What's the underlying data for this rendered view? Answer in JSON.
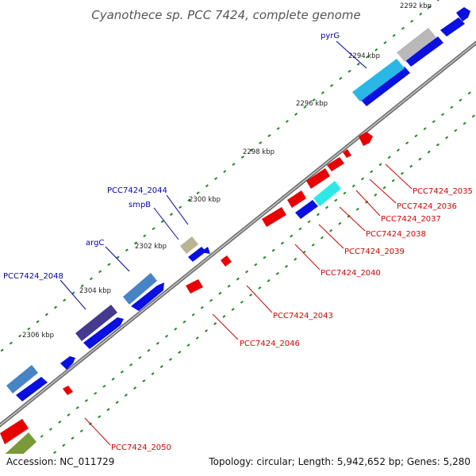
{
  "title": "Cyanothece sp. PCC 7424, complete genome",
  "footer": {
    "accession": "Accession: NC_011729",
    "summary": "Topology: circular; Length: 5,942,652 bp; Genes: 5,280"
  },
  "colors": {
    "backbone": "#8a8a8a",
    "forward_label": "#0000bb",
    "reverse_label": "#dd0000",
    "tick_mark": "#1f8a1f"
  },
  "ticks": [
    {
      "label": "2292 kbp"
    },
    {
      "label": "2294 kbp"
    },
    {
      "label": "2296 kbp"
    },
    {
      "label": "2298 kbp"
    },
    {
      "label": "2300 kbp"
    },
    {
      "label": "2302 kbp"
    },
    {
      "label": "2304 kbp"
    },
    {
      "label": "2306 kbp"
    }
  ],
  "forward_labels": [
    {
      "text": "pyrG"
    },
    {
      "text": "PCC7424_2044"
    },
    {
      "text": "smpB"
    },
    {
      "text": "argC"
    },
    {
      "text": "PCC7424_2048"
    }
  ],
  "reverse_labels": [
    {
      "text": "PCC7424_2035"
    },
    {
      "text": "PCC7424_2036"
    },
    {
      "text": "PCC7424_2037"
    },
    {
      "text": "PCC7424_2038"
    },
    {
      "text": "PCC7424_2039"
    },
    {
      "text": "PCC7424_2040"
    },
    {
      "text": "PCC7424_2043"
    },
    {
      "text": "PCC7424_2046"
    },
    {
      "text": "PCC7424_2050"
    }
  ]
}
